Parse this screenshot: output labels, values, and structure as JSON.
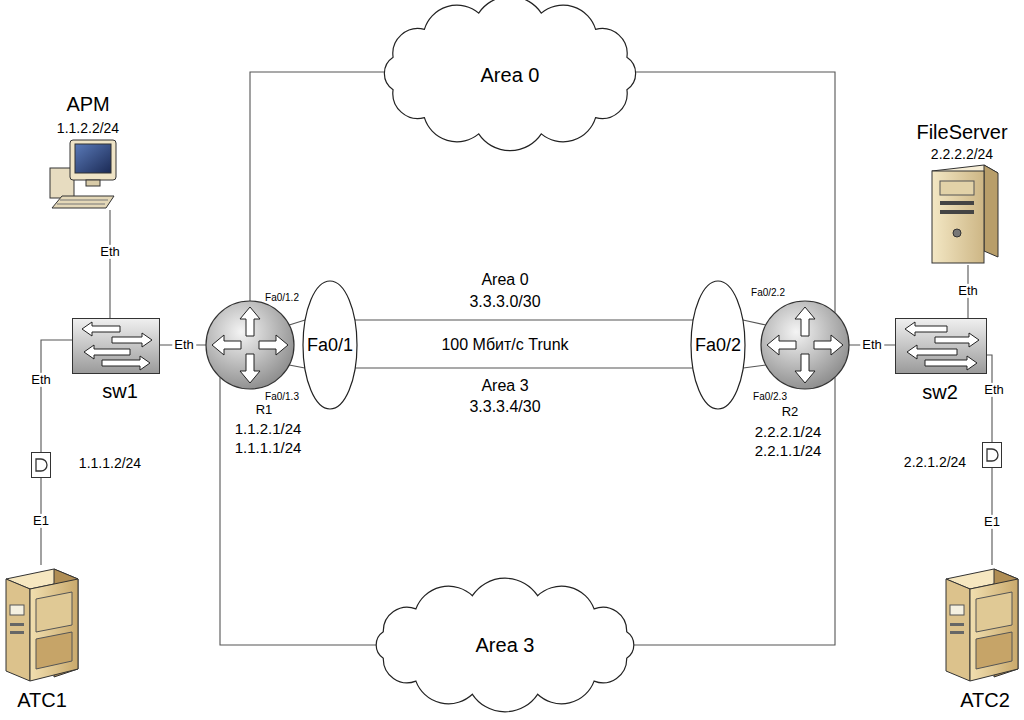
{
  "diagram": {
    "nodes": [
      {
        "text": [
          "Area 0"
        ]
      },
      {
        "text": [
          "АРМ",
          "1.1.2.2/24"
        ]
      },
      {
        "text": [
          "FileServer",
          "2.2.2.2/24"
        ]
      },
      {
        "text": [
          "sw1"
        ]
      },
      {
        "text": [
          "R1",
          "1.1.2.1/24",
          "1.1.1.1/24"
        ]
      },
      {
        "text": [
          "Fa0/1"
        ]
      },
      {
        "text": [
          "Fa0/2"
        ]
      },
      {
        "text": [
          "R2",
          "2.2.2.1/24",
          "2.2.1.1/24"
        ]
      },
      {
        "text": [
          "sw2"
        ]
      },
      {
        "text": [
          "1.1.1.2/24"
        ]
      },
      {
        "text": [
          "2.2.1.2/24"
        ]
      },
      {
        "text": [
          "Area 3"
        ]
      },
      {
        "text": [
          "АТС1"
        ]
      },
      {
        "text": [
          "АТС2"
        ]
      }
    ],
    "edges": [
      {
        "from": 4,
        "to": 0,
        "arrow": "none"
      },
      {
        "from": 0,
        "to": 7,
        "arrow": "none"
      },
      {
        "from": 4,
        "to": 11,
        "arrow": "none"
      },
      {
        "from": 11,
        "to": 7,
        "arrow": "none"
      },
      {
        "from": 1,
        "to": 3,
        "label": "Eth",
        "arrow": "none"
      },
      {
        "from": 3,
        "to": 4,
        "label": "Eth",
        "arrow": "none"
      },
      {
        "from": 3,
        "to": 9,
        "label": "Eth",
        "arrow": "none"
      },
      {
        "from": 9,
        "to": 12,
        "label": "E1",
        "arrow": "none"
      },
      {
        "from": 2,
        "to": 8,
        "label": "Eth",
        "arrow": "none"
      },
      {
        "from": 7,
        "to": 8,
        "label": "Eth",
        "arrow": "none"
      },
      {
        "from": 8,
        "to": 10,
        "label": "Eth",
        "arrow": "none"
      },
      {
        "from": 10,
        "to": 13,
        "label": "E1",
        "arrow": "none"
      },
      {
        "from": 4,
        "to": 5,
        "arrow": "none"
      },
      {
        "from": 4,
        "to": 5,
        "arrow": "none"
      },
      {
        "from": 5,
        "to": 6,
        "arrow": "none"
      },
      {
        "from": 5,
        "to": 6,
        "arrow": "none"
      },
      {
        "from": 6,
        "to": 7,
        "arrow": "none"
      },
      {
        "from": 6,
        "to": 7,
        "arrow": "none"
      }
    ],
    "labels": [
      "Fa0/1.2",
      "Fa0/1.3",
      "Fa0/2.2",
      "Fa0/2.3",
      "Area 0",
      "3.3.3.0/30",
      "100 Мбит/с Trunk",
      "Area 3",
      "3.3.3.4/30"
    ]
  }
}
